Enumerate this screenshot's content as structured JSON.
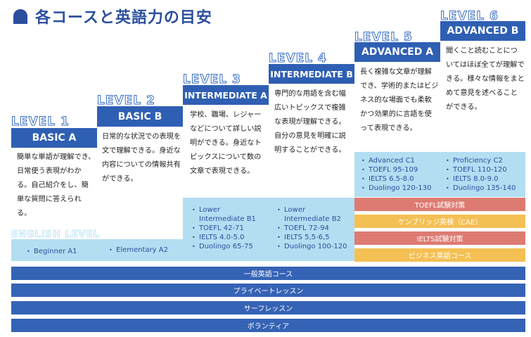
{
  "title": "各コースと英語力の目安",
  "english_level_label": "ENGLISH LEVEL",
  "levels": [
    {
      "level": "LEVEL 1",
      "name": "BASIC A",
      "desc": "簡単な単語が理解でき、日常使う表現がわかる。自己紹介をし、簡単な質問に答えられる。",
      "scores": [
        "Beginner A1"
      ]
    },
    {
      "level": "LEVEL 2",
      "name": "BASIC B",
      "desc": "日常的な状況での表現を文で理解できる。身近な内容についての情報共有ができる。",
      "scores": [
        "Elementary A2"
      ]
    },
    {
      "level": "LEVEL 3",
      "name": "INTERMEDIATE A",
      "desc": "学校、職場、レジャーなどについて詳しい説明ができる。身近なトピックスについて数の文章で表現できる。",
      "scores": [
        "Lower",
        "Intermediate B1",
        "TOEFL 42-71",
        "IELTS 4.0-5.0",
        "Duolingo 65-75"
      ]
    },
    {
      "level": "LEVEL 4",
      "name": "INTERMEDIATE B",
      "desc": "専門的な用語を含む幅広いトピックスで複雑な表現が理解できる。自分の意見を明確に説明することができる。",
      "scores": [
        "Lower",
        "Intermediate B2",
        "TOEFL 72-94",
        "IELTS 5,5-6,5",
        "Duolingo 100-120"
      ]
    },
    {
      "level": "LEVEL 5",
      "name": "ADVANCED A",
      "desc": "長く複雑な文章が理解でき、学術的またはビジネス的な場面でも柔軟かつ効果的に言語を使って表現できる。",
      "scores": [
        "Advanced C1",
        "TOEFL 95-109",
        "IELTS 6.5-8.0",
        "Duolingo 120-130"
      ]
    },
    {
      "level": "LEVEL 6",
      "name": "ADVANCED B",
      "desc": "聞くこと読むことについてはほぼ全てが理解できる。様々な情報をまとめて意見を述べることができる。",
      "scores": [
        "Proficiency C2",
        "TOEFL 110-120",
        "IELTS 8.0-9.0",
        "Duolingo 135-140"
      ]
    }
  ],
  "special_courses": [
    "TOEFL試験対策",
    "ケンブリッジ英検（CAE）",
    "IELTS試験対策",
    "ビジネス英語コース"
  ],
  "general_courses": [
    "一般英語コース",
    "プライベートレッスン",
    "サーフレッスン",
    "ボランティア"
  ],
  "colors": {
    "primary": "#2f5fb3",
    "band": "#b3def2",
    "red": "#dd7b72",
    "yellow": "#f4c054",
    "title": "#2b4f9e"
  }
}
